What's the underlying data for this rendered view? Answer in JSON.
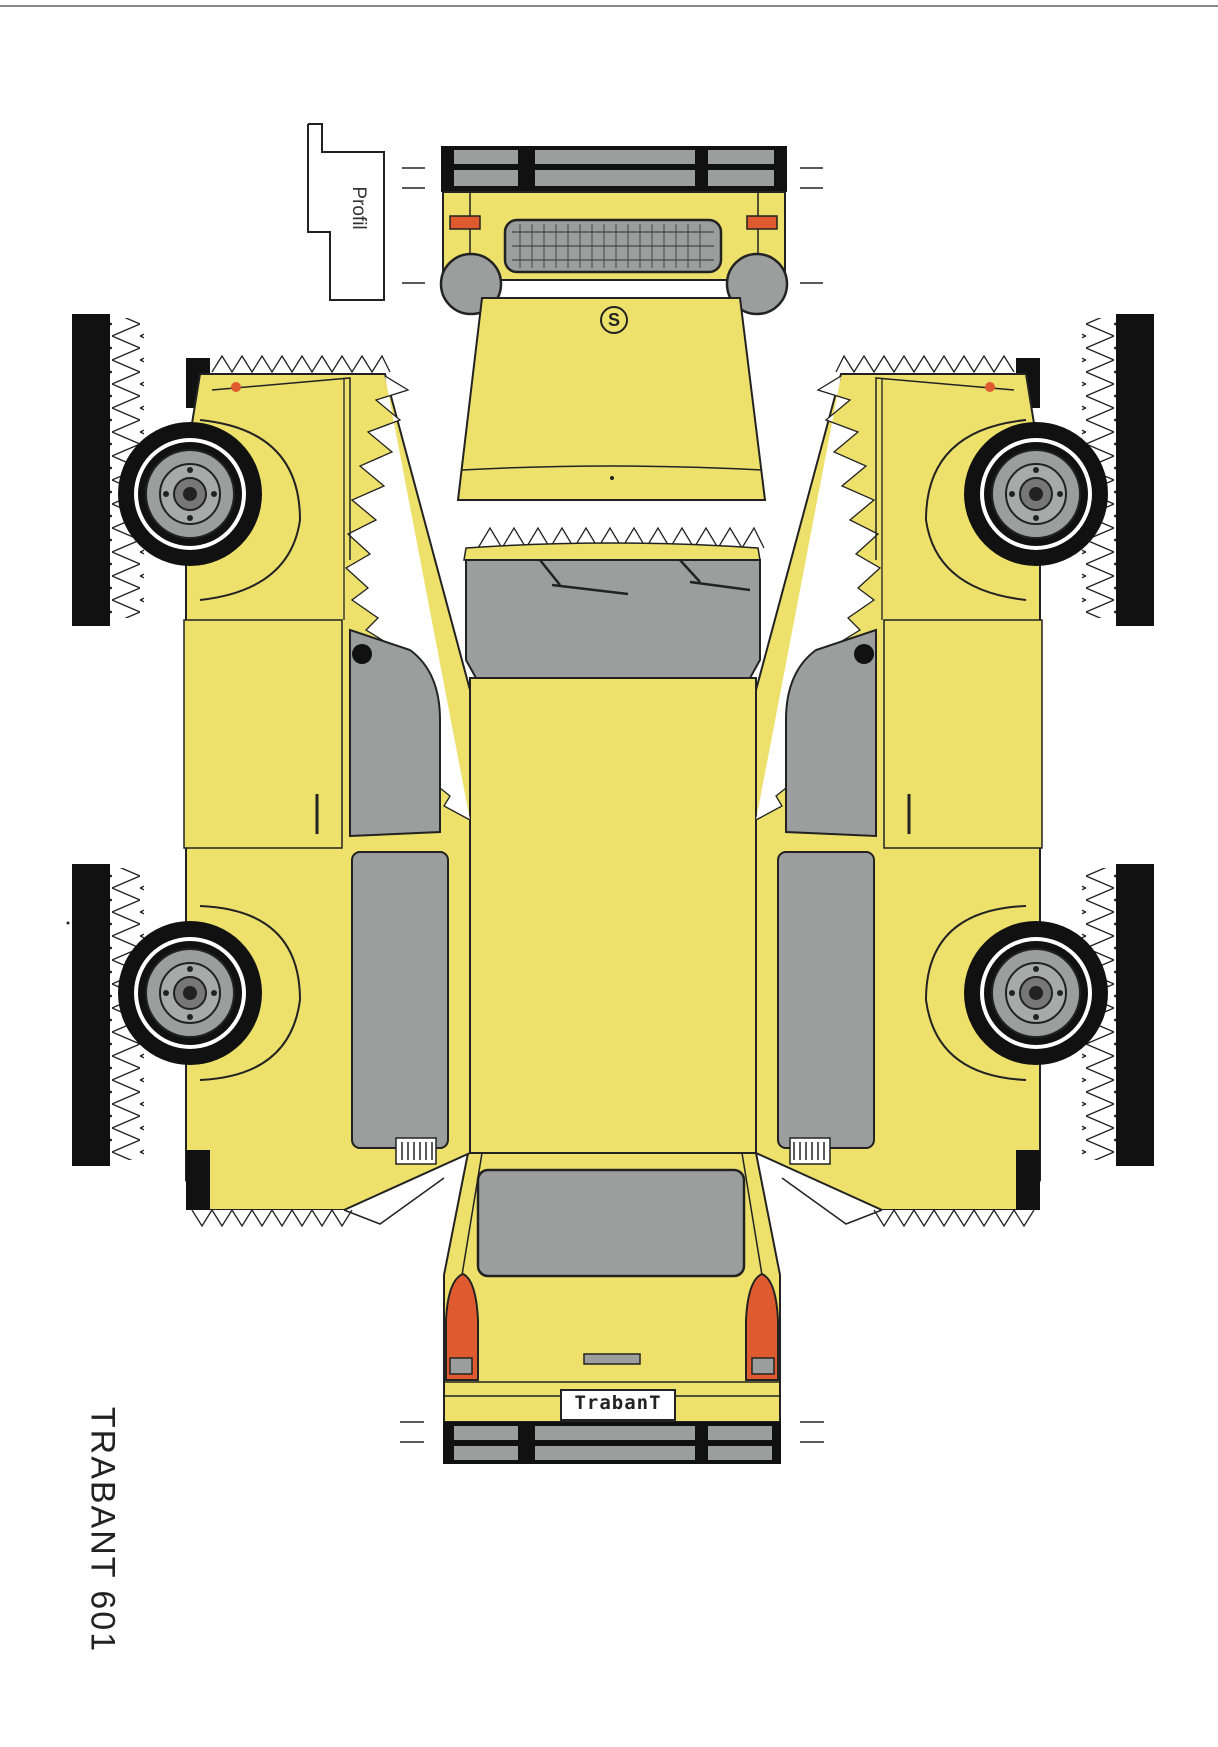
{
  "title": "TRABANT 601",
  "profile_label": "Profil",
  "plate_text": "TrabanT",
  "badge_letter": "S",
  "colors": {
    "body": "#ede16c",
    "glass": "#9c9e9e",
    "tire": "#111111",
    "light": "#e05a30",
    "outline": "#1a1a1a"
  }
}
